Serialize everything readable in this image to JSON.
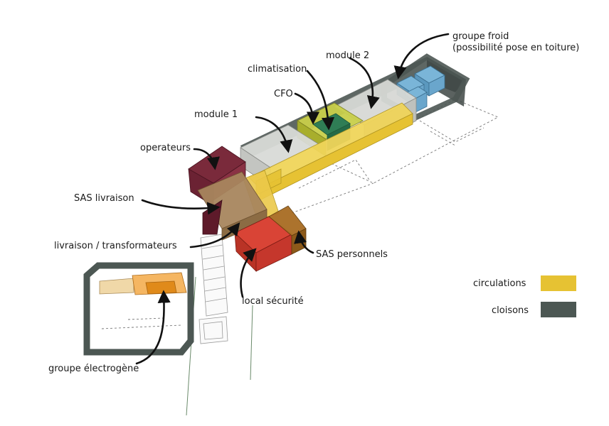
{
  "labels": {
    "groupe_froid_1": "groupe froid",
    "groupe_froid_2": "(possibilité pose en toiture)",
    "module_2": "module 2",
    "climatisation": "climatisation",
    "cfo": "CFO",
    "module_1": "module 1",
    "operateurs": "operateurs",
    "sas_livraison": "SAS livraison",
    "livraison": "livraison / transformateurs",
    "sas_personnels": "SAS personnels",
    "local_securite": "local sécurité",
    "groupe_electrogene": "groupe électrogène"
  },
  "legend": {
    "circulations": "circulations",
    "cloisons": "cloisons"
  },
  "colors": {
    "circulations": "#e6c233",
    "cloisons": "#4c5753",
    "operateurs": "#6b2233",
    "sas_livraison": "#9c7a58",
    "livraison": "#5e1a2a",
    "local_securite": "#c5372c",
    "sas_personnels": "#8c5a1a",
    "module": "#c8cac6",
    "climatisation": "#b9c233",
    "cfo": "#2f7d55",
    "groupe_froid": "#6aa6cc",
    "groupe_electrogene": "#e08a1a"
  }
}
